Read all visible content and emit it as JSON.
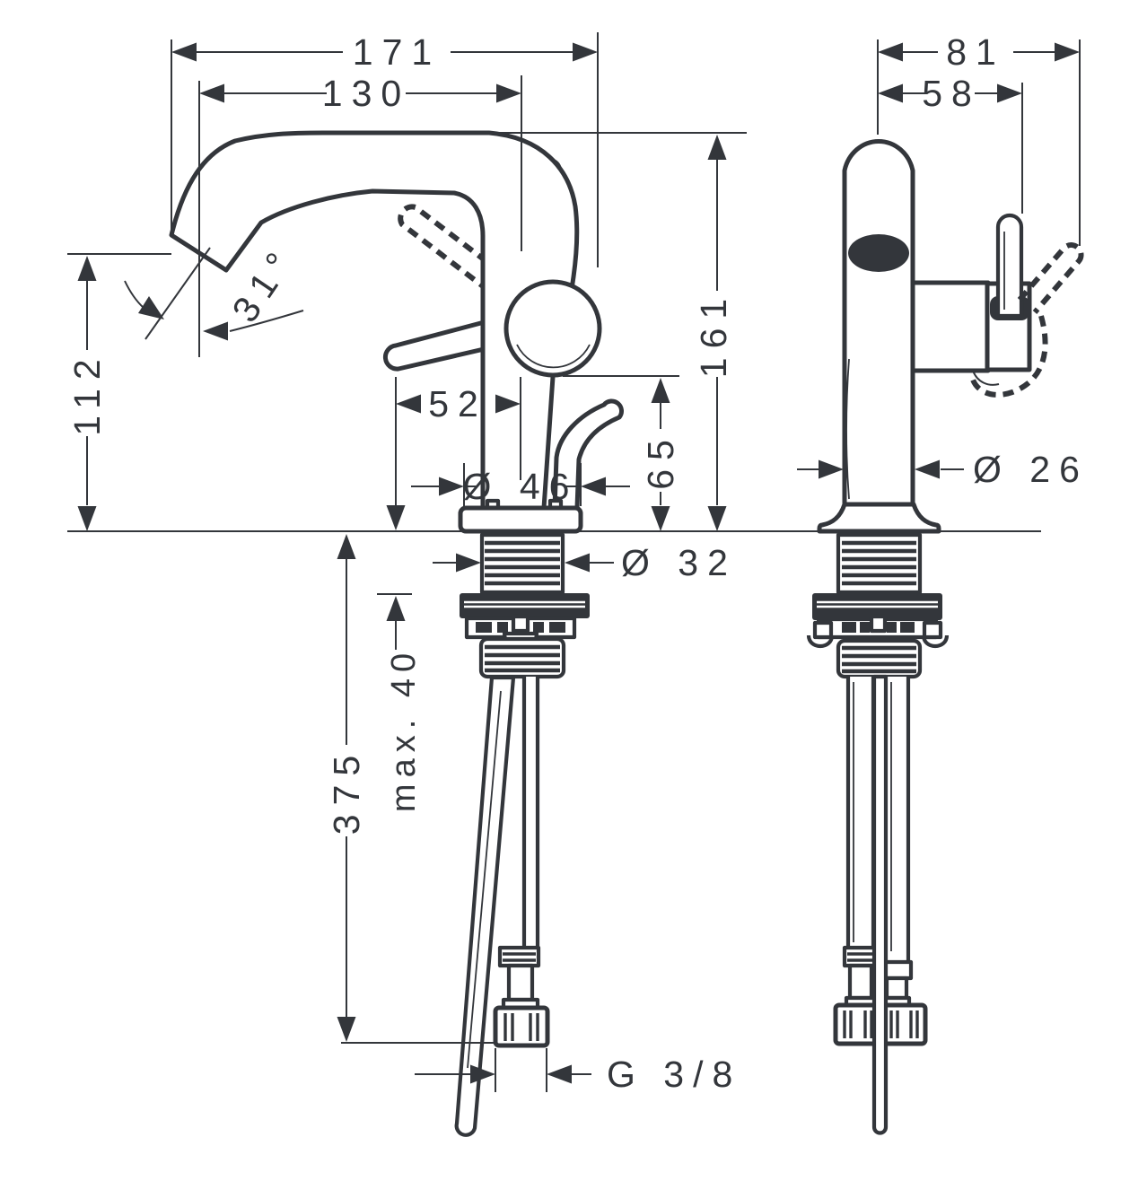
{
  "drawing": {
    "type": "technical-dimension-drawing",
    "subject": "single-hole basin mixer faucet, side and front views",
    "ink_color": "#33363b",
    "background": "#ffffff",
    "dimensions": {
      "spout_reach": "171",
      "spout_reach_inner": "130",
      "spout_angle": "31°",
      "outlet_height": "112",
      "lever_offset": "52",
      "height_to_top": "161",
      "clearance": "65",
      "base_dia": "Ø 46",
      "shank_dia": "Ø 32",
      "max_thickness": "max. 40",
      "hose_length": "375",
      "thread": "G 3/8",
      "front_width": "81",
      "front_lever_offset": "58",
      "body_dia": "Ø 26"
    }
  }
}
